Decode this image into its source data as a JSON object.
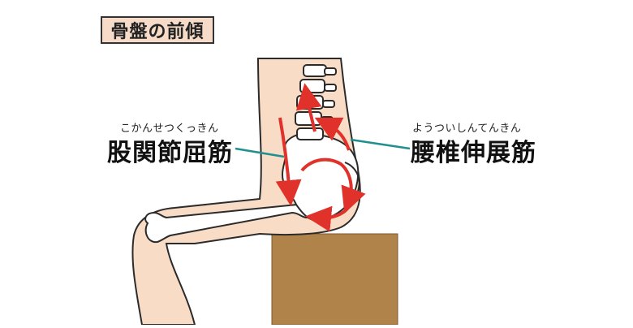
{
  "title": "骨盤の前傾",
  "left_label": {
    "ruby": "こかんせつくっきん",
    "text": "股関節屈筋"
  },
  "right_label": {
    "ruby": "ようついしんてんきん",
    "text": "腰椎伸展筋"
  },
  "colors": {
    "skin": "#f8dcc6",
    "bone_fill": "#ffffff",
    "outline": "#2b2b2b",
    "arrow": "#e0322a",
    "pointer_line": "#1f8f8f",
    "box": "#b0834a",
    "title_bg": "#f6dcc8"
  }
}
